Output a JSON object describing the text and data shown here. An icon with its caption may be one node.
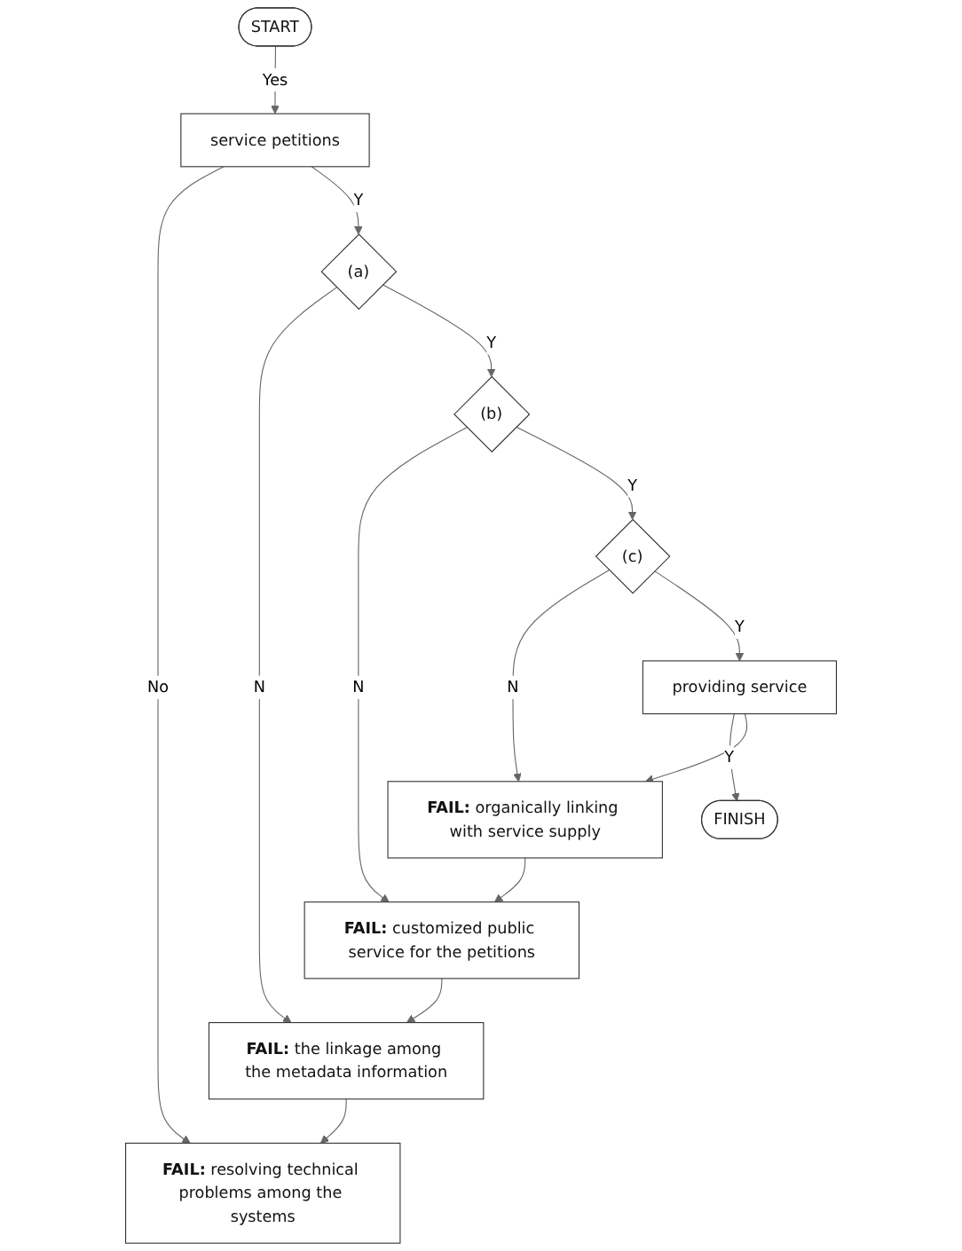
{
  "diagram": {
    "nodes": [
      {
        "text": [
          "START"
        ]
      },
      {
        "text": [
          "service petitions"
        ]
      },
      {
        "text": [
          "**FAIL:** resolving technical problems among the systems"
        ]
      },
      {
        "text": [
          "(a)"
        ]
      },
      {
        "text": [
          "**FAIL:** the linkage among the metadata information"
        ]
      },
      {
        "text": [
          "(b)"
        ]
      },
      {
        "text": [
          "**FAIL:** customized public service for the petitions"
        ]
      },
      {
        "text": [
          "(c)"
        ]
      },
      {
        "text": [
          "**FAIL:** organically linking with service supply"
        ]
      },
      {
        "text": [
          "providing service"
        ]
      },
      {
        "text": [
          "FINISH"
        ]
      }
    ],
    "edges": [
      {
        "from": 0,
        "to": 1,
        "arrow": "to",
        "label": "Yes"
      },
      {
        "from": 1,
        "to": 2,
        "arrow": "to",
        "label": "No"
      },
      {
        "from": 1,
        "to": 3,
        "arrow": "to",
        "label": "Y"
      },
      {
        "from": 3,
        "to": 4,
        "arrow": "to",
        "label": "N"
      },
      {
        "from": 3,
        "to": 5,
        "arrow": "to",
        "label": "Y"
      },
      {
        "from": 5,
        "to": 6,
        "arrow": "to",
        "label": "N"
      },
      {
        "from": 5,
        "to": 7,
        "arrow": "to",
        "label": "Y"
      },
      {
        "from": 7,
        "to": 8,
        "arrow": "to",
        "label": "N"
      },
      {
        "from": 7,
        "to": 9,
        "arrow": "to",
        "label": "Y"
      },
      {
        "from": 9,
        "to": 10,
        "arrow": "to",
        "label": "Y"
      },
      {
        "from": 9,
        "to": 8,
        "arrow": "to"
      },
      {
        "from": 8,
        "to": 6,
        "arrow": "to"
      },
      {
        "from": 6,
        "to": 4,
        "arrow": "to"
      },
      {
        "from": 4,
        "to": 2,
        "arrow": "to"
      }
    ]
  }
}
